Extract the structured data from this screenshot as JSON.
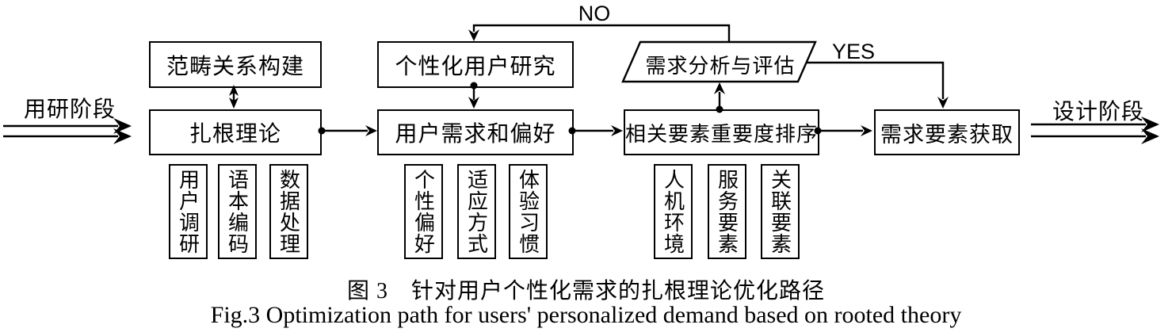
{
  "diagram": {
    "phase_labels": {
      "left": "用研阶段",
      "right": "设计阶段"
    },
    "branch_labels": {
      "no": "NO",
      "yes": "YES"
    },
    "top_boxes": {
      "category_relation": "范畴关系构建",
      "personalized_user_research": "个性化用户研究",
      "demand_analysis": "需求分析与评估"
    },
    "main_boxes": {
      "grounded_theory": "扎根理论",
      "user_demand_preference": "用户需求和偏好",
      "factor_importance_ranking": "相关要素重要度排序",
      "demand_factor_acquisition": "需求要素获取"
    },
    "sub_boxes": {
      "group1": [
        "用户调研",
        "语本编码",
        "数据处理"
      ],
      "group2": [
        "个性偏好",
        "适应方式",
        "体验习惯"
      ],
      "group3": [
        "人机环境",
        "服务要素",
        "关联要素"
      ]
    }
  },
  "caption": {
    "zh": "图 3　针对用户个性化需求的扎根理论优化路径",
    "en": "Fig.3 Optimization path for users' personalized demand based on rooted theory"
  },
  "colors": {
    "line": "#000000",
    "background": "#ffffff"
  }
}
